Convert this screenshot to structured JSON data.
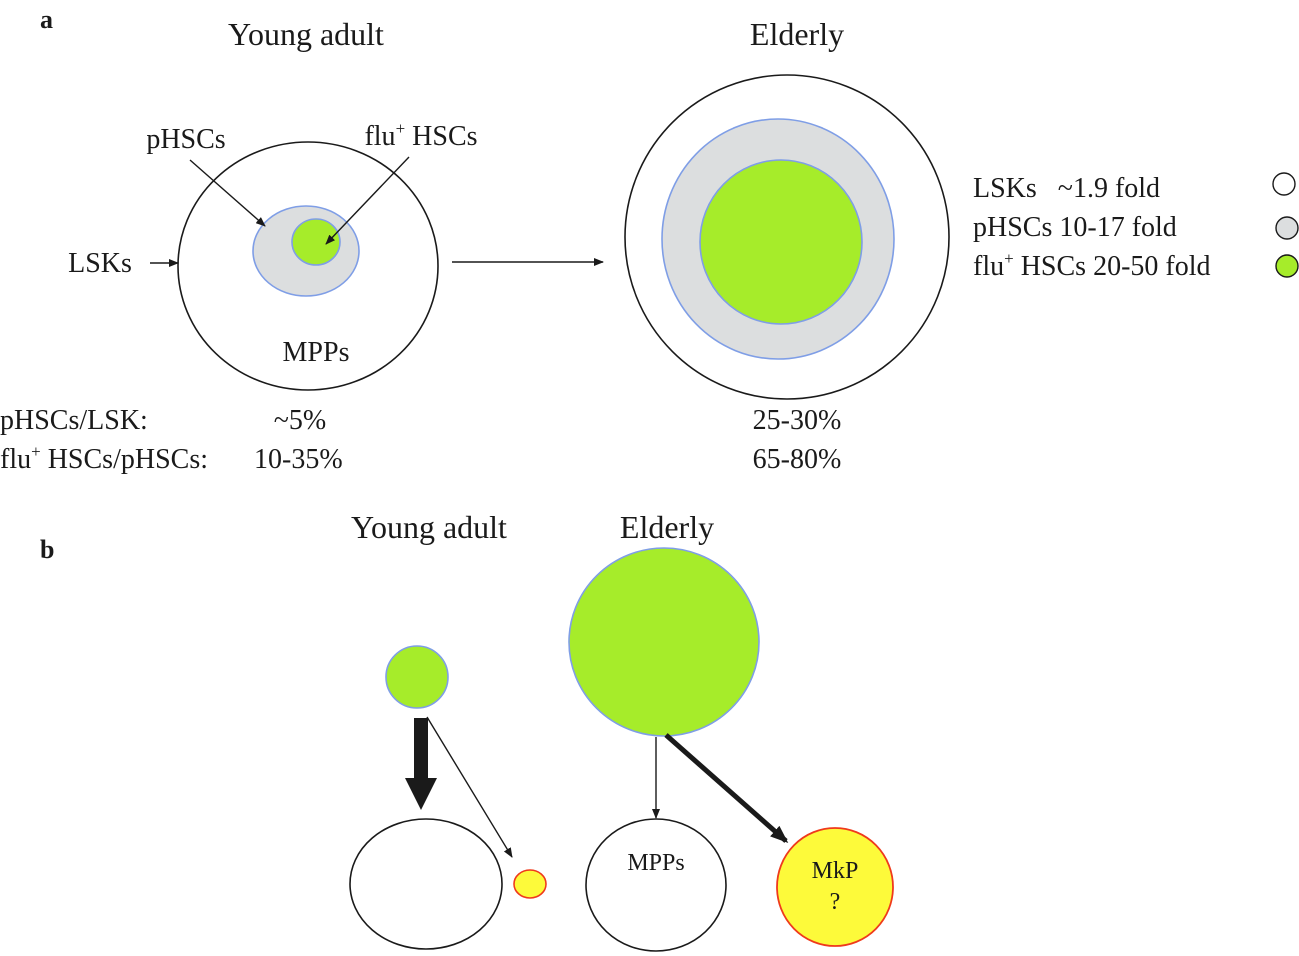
{
  "panel_a": {
    "label": "a",
    "young_title": "Young adult",
    "elderly_title": "Elderly",
    "callouts": {
      "phscs": "pHSCs",
      "flu_hscs_prefix": "flu",
      "flu_hscs_sup": "+",
      "flu_hscs_suffix": " HSCs",
      "lsks": "LSKs",
      "mpps": "MPPs"
    },
    "legend": [
      {
        "text": "LSKs   ~1.9 fold",
        "color": "#ffffff"
      },
      {
        "text": "pHSCs 10-17 fold",
        "color": "#dcdedf"
      },
      {
        "prefix": "flu",
        "sup": "+",
        "suffix": " HSCs 20-50 fold",
        "color": "#a6ec2a"
      }
    ],
    "ratios": {
      "row1_label": "pHSCs/LSK:",
      "row1_young": "~5%",
      "row1_elderly": "25-30%",
      "row2_prefix": "flu",
      "row2_sup": "+",
      "row2_suffix": " HSCs/pHSCs:",
      "row2_young": "10-35%",
      "row2_elderly": "65-80%"
    }
  },
  "panel_b": {
    "label": "b",
    "young_title": "Young adult",
    "elderly_title": "Elderly",
    "mpps_label": "MPPs",
    "mkp_label": "MkP",
    "mkp_question": "?"
  },
  "colors": {
    "green": "#a6ec2a",
    "grey": "#dcdedf",
    "blue_outline": "#7f9ee6",
    "yellow": "#fdfa3a",
    "red_outline": "#ef3a1c",
    "dark": "#1a1a1a"
  }
}
